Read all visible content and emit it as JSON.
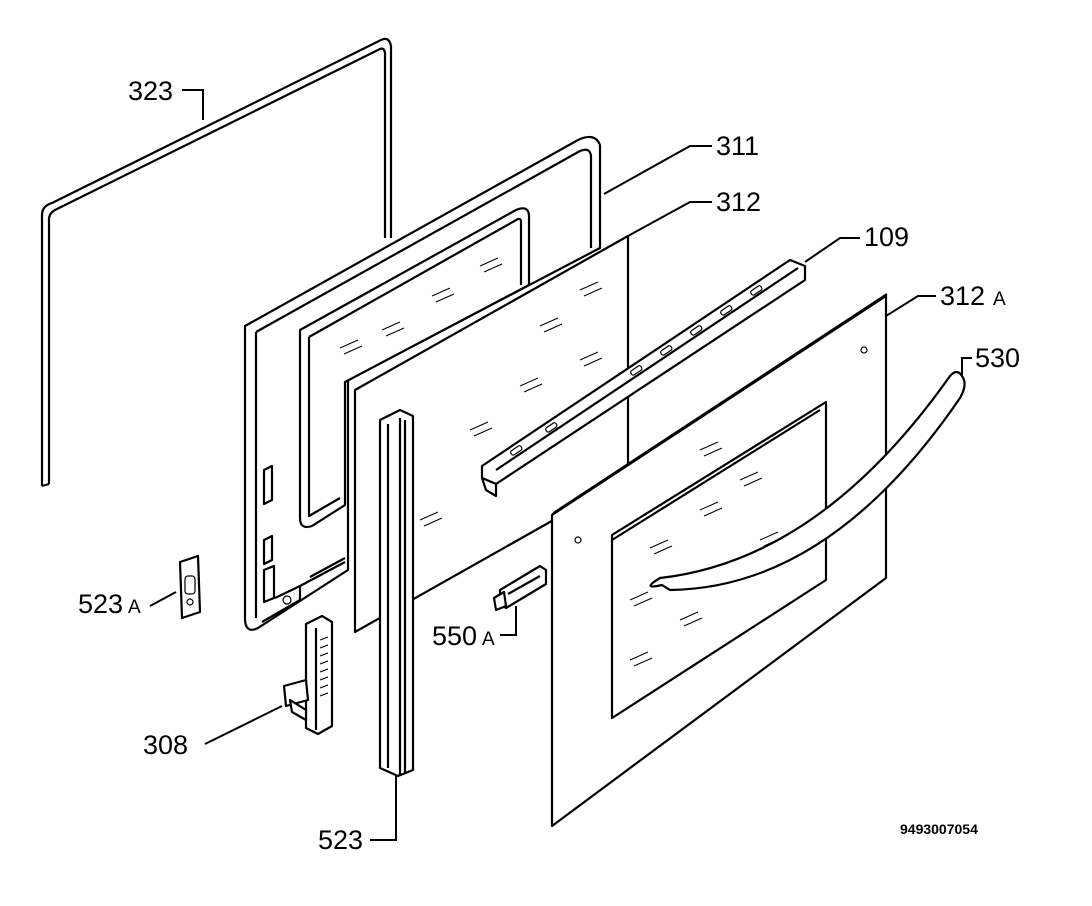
{
  "diagram": {
    "drawing_number": "9493007054",
    "parts": [
      {
        "id": "p323",
        "label": "323"
      },
      {
        "id": "p311",
        "label": "311"
      },
      {
        "id": "p312",
        "label": "312"
      },
      {
        "id": "p109",
        "label": "109"
      },
      {
        "id": "p312a",
        "label": "312",
        "suffix": "A"
      },
      {
        "id": "p530",
        "label": "530"
      },
      {
        "id": "p523a",
        "label": "523",
        "suffix": "A"
      },
      {
        "id": "p550a",
        "label": "550",
        "suffix": "A"
      },
      {
        "id": "p308",
        "label": "308"
      },
      {
        "id": "p523",
        "label": "523"
      }
    ]
  }
}
